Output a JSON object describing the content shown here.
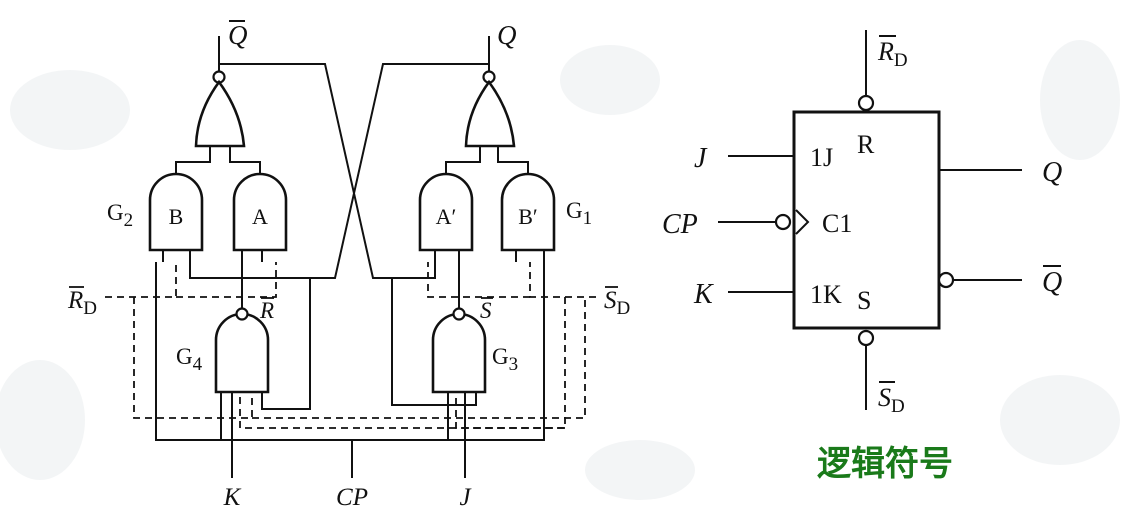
{
  "colors": {
    "caption": "#1a7a1a",
    "ink": "#111111",
    "background": "#ffffff"
  },
  "circuit": {
    "out_qbar": {
      "main": "Q"
    },
    "out_q": {
      "main": "Q"
    },
    "gate_b": "B",
    "gate_a": "A",
    "gate_aprime": "A′",
    "gate_bprime": "B′",
    "g2": {
      "main": "G",
      "sub": "2"
    },
    "g1": {
      "main": "G",
      "sub": "1"
    },
    "g4": {
      "main": "G",
      "sub": "4"
    },
    "g3": {
      "main": "G",
      "sub": "3"
    },
    "rd": {
      "main": "R",
      "sub": "D"
    },
    "sd": {
      "main": "S",
      "sub": "D"
    },
    "r_node": "R",
    "s_node": "S",
    "input_k": "K",
    "input_cp": "CP",
    "input_j": "J"
  },
  "symbol": {
    "rd": {
      "main": "R",
      "sub": "D"
    },
    "sd": {
      "main": "S",
      "sub": "D"
    },
    "pin_r": "R",
    "pin_s": "S",
    "pin_1j": "1J",
    "pin_c1": "C1",
    "pin_1k": "1K",
    "in_j": "J",
    "in_cp": "CP",
    "in_k": "K",
    "out_q": "Q",
    "out_qbar": "Q"
  },
  "caption": "逻辑符号"
}
